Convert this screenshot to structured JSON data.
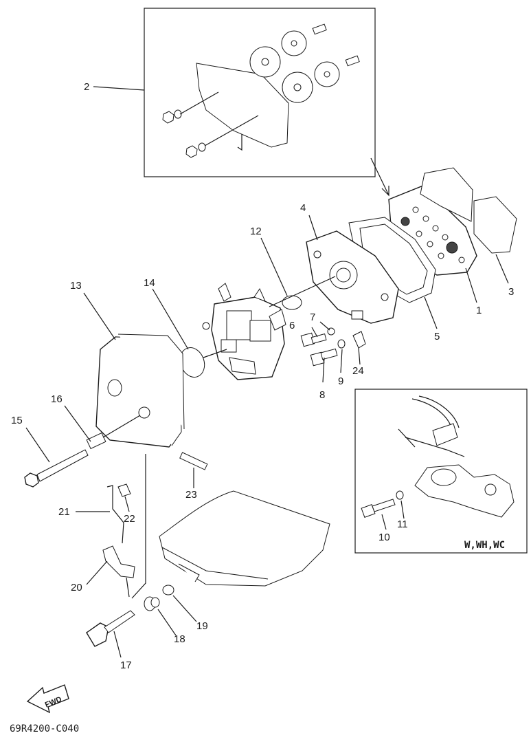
{
  "part_labels": [
    {
      "id": "1",
      "text": "1"
    },
    {
      "id": "2",
      "text": "2"
    },
    {
      "id": "3",
      "text": "3"
    },
    {
      "id": "4",
      "text": "4"
    },
    {
      "id": "5",
      "text": "5"
    },
    {
      "id": "6",
      "text": "6"
    },
    {
      "id": "7",
      "text": "7"
    },
    {
      "id": "8",
      "text": "8"
    },
    {
      "id": "9",
      "text": "9"
    },
    {
      "id": "10",
      "text": "10"
    },
    {
      "id": "11",
      "text": "11"
    },
    {
      "id": "12",
      "text": "12"
    },
    {
      "id": "13",
      "text": "13"
    },
    {
      "id": "14",
      "text": "14"
    },
    {
      "id": "15",
      "text": "15"
    },
    {
      "id": "16",
      "text": "16"
    },
    {
      "id": "17",
      "text": "17"
    },
    {
      "id": "18",
      "text": "18"
    },
    {
      "id": "19",
      "text": "19"
    },
    {
      "id": "20",
      "text": "20"
    },
    {
      "id": "21",
      "text": "21"
    },
    {
      "id": "22",
      "text": "22"
    },
    {
      "id": "23",
      "text": "23"
    },
    {
      "id": "24",
      "text": "24"
    }
  ],
  "inset_caption": "W,WH,WC",
  "fwd_label": "FWD",
  "diagram_code": "69R4200-C040"
}
